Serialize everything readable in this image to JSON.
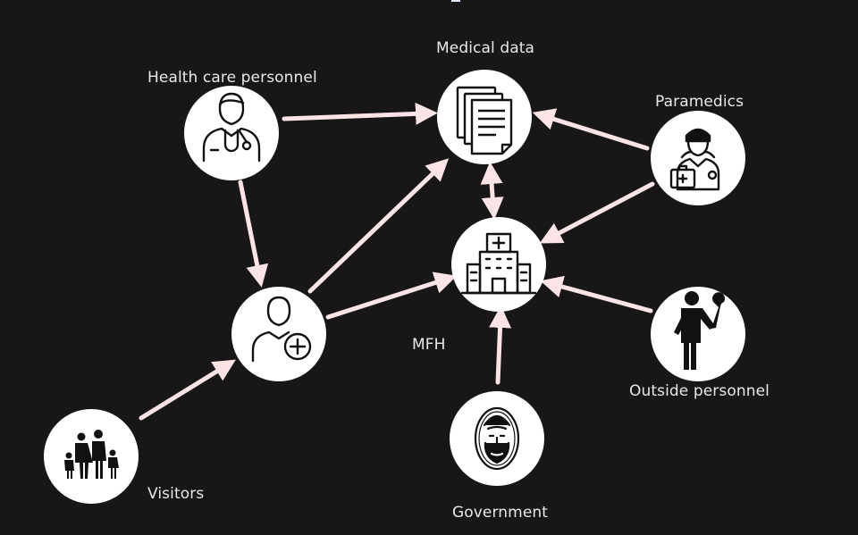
{
  "colors": {
    "background": "#181616",
    "node": "#ffffff",
    "arrow": "#fbe3e6",
    "icon": "#111111",
    "label": "#e9e9e9"
  },
  "nodes": {
    "medical_data": {
      "label": "Medical data",
      "icon": "documents-icon"
    },
    "health_care_personnel": {
      "label": "Health care personnel",
      "icon": "doctor-icon"
    },
    "paramedics": {
      "label": "Paramedics",
      "icon": "paramedic-icon"
    },
    "patient": {
      "label": "",
      "icon": "patient-add-icon"
    },
    "mfh": {
      "label": "MFH",
      "icon": "hospital-icon"
    },
    "outside_personnel": {
      "label": "Outside personnel",
      "icon": "worker-wrench-icon"
    },
    "visitors": {
      "label": "Visitors",
      "icon": "family-icon"
    },
    "government": {
      "label": "Government",
      "icon": "lincoln-coin-icon"
    }
  },
  "edges": [
    {
      "from": "health_care_personnel",
      "to": "medical_data"
    },
    {
      "from": "paramedics",
      "to": "medical_data"
    },
    {
      "from": "paramedics",
      "to": "mfh"
    },
    {
      "from": "health_care_personnel",
      "to": "patient"
    },
    {
      "from": "patient",
      "to": "medical_data"
    },
    {
      "from": "patient",
      "to": "mfh"
    },
    {
      "from": "medical_data",
      "to": "mfh",
      "bidirectional": true
    },
    {
      "from": "outside_personnel",
      "to": "mfh"
    },
    {
      "from": "government",
      "to": "mfh"
    },
    {
      "from": "visitors",
      "to": "patient"
    }
  ]
}
